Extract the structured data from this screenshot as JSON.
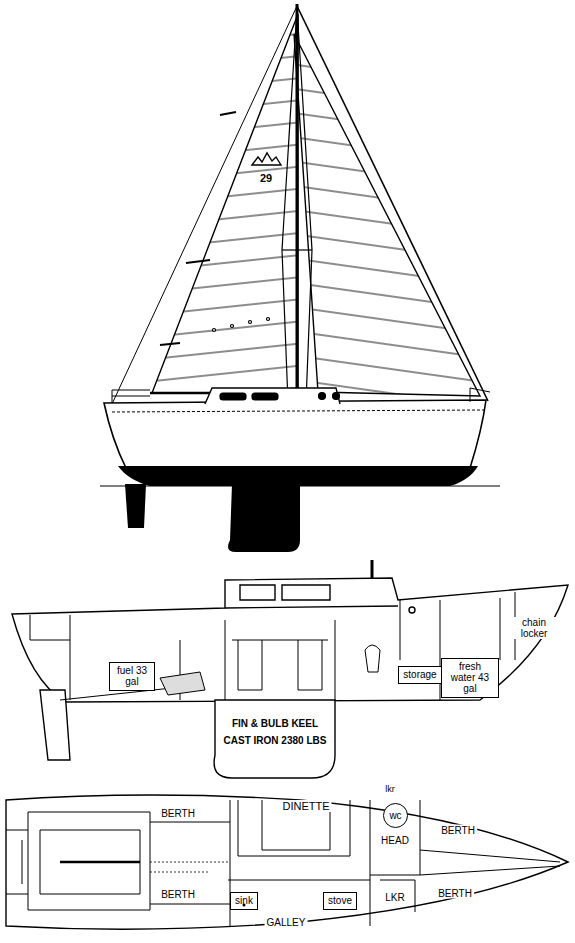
{
  "diagram": {
    "nodes": [
      {
        "text": [
          "fuel 33 gal"
        ]
      },
      {
        "text": [
          "storage"
        ]
      },
      {
        "text": [
          "fresh water 43 gal"
        ]
      },
      {
        "text": [
          "sink"
        ]
      },
      {
        "text": [
          "stove"
        ]
      },
      {
        "text": [
          "wc"
        ]
      }
    ],
    "labels": [
      "29",
      "chain locker",
      "FIN & BULB KEEL",
      "CAST IRON 2380 LBS",
      "BERTH",
      "DINETTE",
      "lkr",
      "HEAD",
      "BERTH",
      "BERTH",
      "BERTH",
      "GALLEY",
      "LKR"
    ]
  }
}
